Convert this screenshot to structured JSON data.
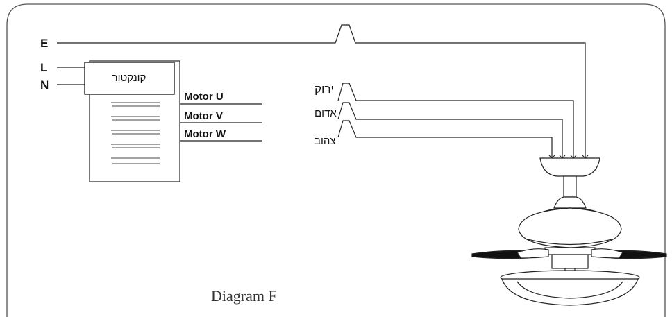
{
  "diagram": {
    "title": "Diagram F",
    "supply_labels": {
      "earth": "E",
      "live": "L",
      "neutral": "N"
    },
    "controller_label": "קונקטור",
    "motor_outputs": [
      {
        "label": "Motor U",
        "color_label": "ירוק"
      },
      {
        "label": "Motor V",
        "color_label": "אדום"
      },
      {
        "label": "Motor W",
        "color_label": "צהוב"
      }
    ]
  }
}
